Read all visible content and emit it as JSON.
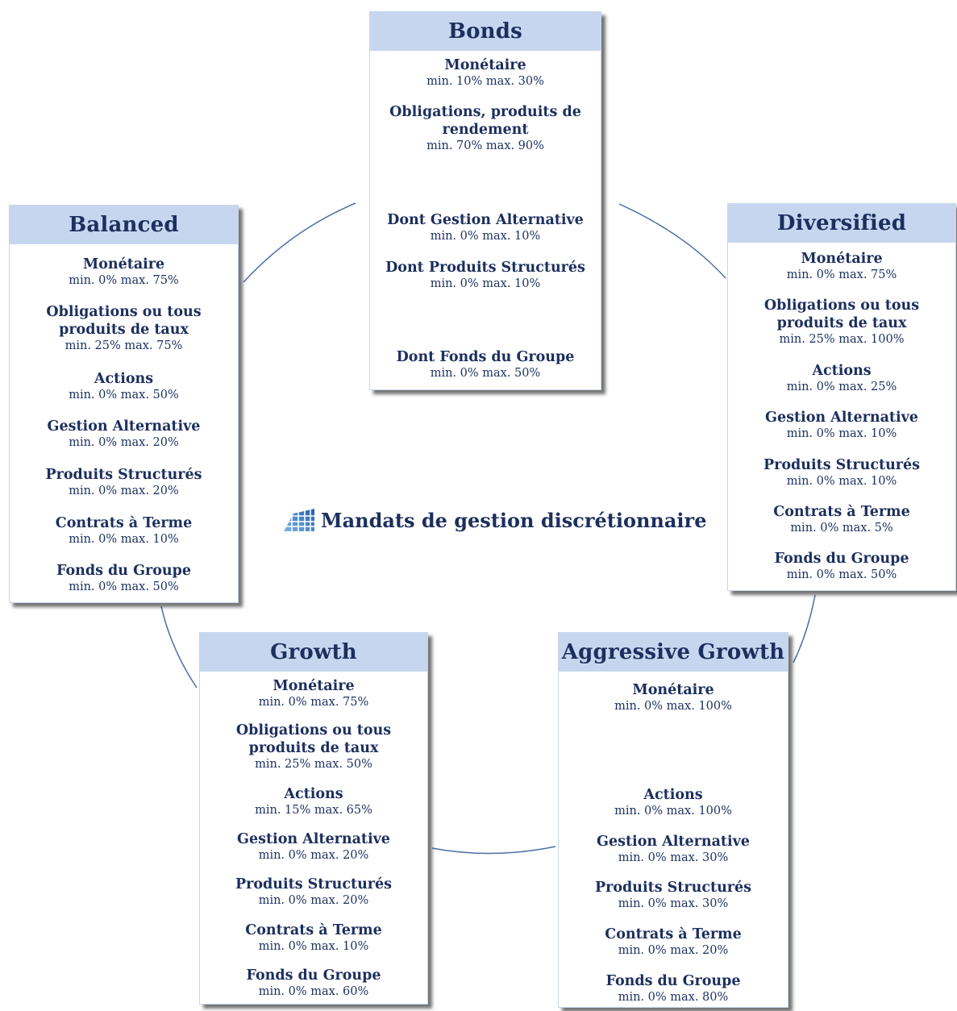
{
  "title": "Mandats de gestion discrétionnaire",
  "logo_icon": "blue-grid-logo-icon",
  "colors": {
    "header_bg": "#c6d6ef",
    "text": "#1c2f5e",
    "ring": "#4a6fa5"
  },
  "mandates": [
    {
      "id": "bonds",
      "name": "Bonds",
      "items": [
        {
          "label": "Monétaire",
          "range": "min. 10% max. 30%"
        },
        {
          "label": "Obligations, produits de rendement",
          "range": "min. 70% max. 90%"
        },
        {
          "label": "Dont Gestion Alternative",
          "range": "min. 0% max. 10%"
        },
        {
          "label": "Dont Produits Structurés",
          "range": "min. 0% max. 10%"
        },
        {
          "label": "Dont Fonds du Groupe",
          "range": "min. 0% max. 50%"
        }
      ]
    },
    {
      "id": "balanced",
      "name": "Balanced",
      "items": [
        {
          "label": "Monétaire",
          "range": "min. 0% max. 75%"
        },
        {
          "label": "Obligations ou tous produits de taux",
          "range": "min. 25% max. 75%"
        },
        {
          "label": "Actions",
          "range": "min. 0% max. 50%"
        },
        {
          "label": "Gestion Alternative",
          "range": "min. 0% max. 20%"
        },
        {
          "label": "Produits Structurés",
          "range": "min. 0% max. 20%"
        },
        {
          "label": "Contrats à Terme",
          "range": "min. 0% max. 10%"
        },
        {
          "label": "Fonds du Groupe",
          "range": "min. 0% max. 50%"
        }
      ]
    },
    {
      "id": "diversified",
      "name": "Diversified",
      "items": [
        {
          "label": "Monétaire",
          "range": "min. 0% max. 75%"
        },
        {
          "label": "Obligations ou tous produits de taux",
          "range": "min. 25% max. 100%"
        },
        {
          "label": "Actions",
          "range": "min. 0% max. 25%"
        },
        {
          "label": "Gestion Alternative",
          "range": "min. 0% max. 10%"
        },
        {
          "label": "Produits Structurés",
          "range": "min. 0% max. 10%"
        },
        {
          "label": "Contrats à Terme",
          "range": "min. 0% max. 5%"
        },
        {
          "label": "Fonds du Groupe",
          "range": "min. 0% max. 50%"
        }
      ]
    },
    {
      "id": "growth",
      "name": "Growth",
      "items": [
        {
          "label": "Monétaire",
          "range": "min. 0% max. 75%"
        },
        {
          "label": "Obligations ou tous produits de taux",
          "range": "min. 25% max. 50%"
        },
        {
          "label": "Actions",
          "range": "min. 15% max. 65%"
        },
        {
          "label": "Gestion Alternative",
          "range": "min. 0% max. 20%"
        },
        {
          "label": "Produits Structurés",
          "range": "min. 0% max. 20%"
        },
        {
          "label": "Contrats à Terme",
          "range": "min. 0% max. 10%"
        },
        {
          "label": "Fonds du Groupe",
          "range": "min. 0% max. 60%"
        }
      ]
    },
    {
      "id": "aggressive-growth",
      "name": "Aggressive Growth",
      "items": [
        {
          "label": "Monétaire",
          "range": "min. 0% max. 100%"
        },
        {
          "label": "Actions",
          "range": "min. 0% max. 100%"
        },
        {
          "label": "Gestion Alternative",
          "range": "min. 0% max. 30%"
        },
        {
          "label": "Produits Structurés",
          "range": "min. 0% max. 30%"
        },
        {
          "label": "Contrats à Terme",
          "range": "min. 0% max. 20%"
        },
        {
          "label": "Fonds du Groupe",
          "range": "min. 0% max. 80%"
        }
      ]
    }
  ]
}
